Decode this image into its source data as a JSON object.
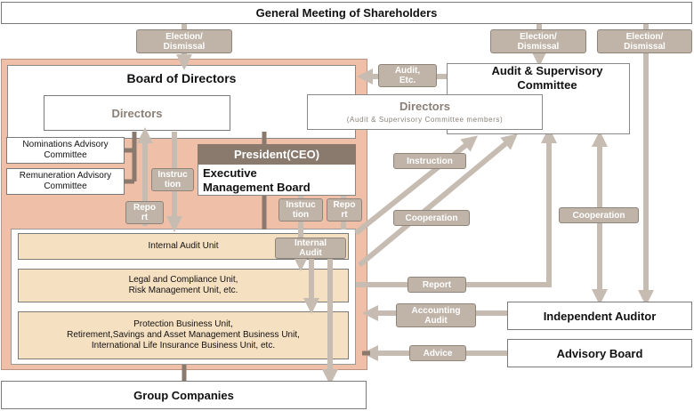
{
  "top": {
    "general_meeting": "General Meeting of Shareholders"
  },
  "board": {
    "title": "Board of Directors",
    "directors": "Directors"
  },
  "committees": {
    "nominations": "Nominations Advisory\nCommittee",
    "remuneration": "Remuneration Advisory\nCommittee"
  },
  "ceo": {
    "title": "President(CEO)",
    "emb": "Executive\nManagement Board"
  },
  "audit_committee": {
    "title": "Audit & Supervisory\nCommittee",
    "directors": "Directors",
    "directors_sub": "(Audit & Supervisory Committee members)"
  },
  "units": {
    "internal_audit": "Internal Audit Unit",
    "legal": "Legal and Compliance Unit,\nRisk Management Unit, etc.",
    "business": "Protection Business Unit,\nRetirement,Savings and Asset Management Business Unit,\nInternational Life Insurance Business Unit, etc."
  },
  "group_companies": "Group Companies",
  "independent_auditor": "Independent Auditor",
  "advisory_board": "Advisory Board",
  "tags": {
    "election_left": "Election/\nDismissal",
    "election_mid": "Election/\nDismissal",
    "election_right": "Election/\nDismissal",
    "audit_etc": "Audit,\nEtc.",
    "instruction_left": "Instruc\ntion",
    "report_left": "Repo\nrt",
    "instruction_ceo": "Instruc\ntion",
    "report_ceo": "Repo\nrt",
    "internal_audit": "Internal\nAudit",
    "instruction_diag": "Instruction",
    "cooperation_diag": "Cooperation",
    "cooperation_right": "Cooperation",
    "report_mid": "Report",
    "accounting_audit": "Accounting\nAudit",
    "advice": "Advice"
  },
  "colors": {
    "outer_bg": "#f0bfa8",
    "unit_bg": "#f6e0c2",
    "tag_bg": "#c0b4a8",
    "ceo_bar": "#8a7a6e",
    "connector": "#c6bcb2",
    "dark_connector": "#8a7a6e"
  }
}
